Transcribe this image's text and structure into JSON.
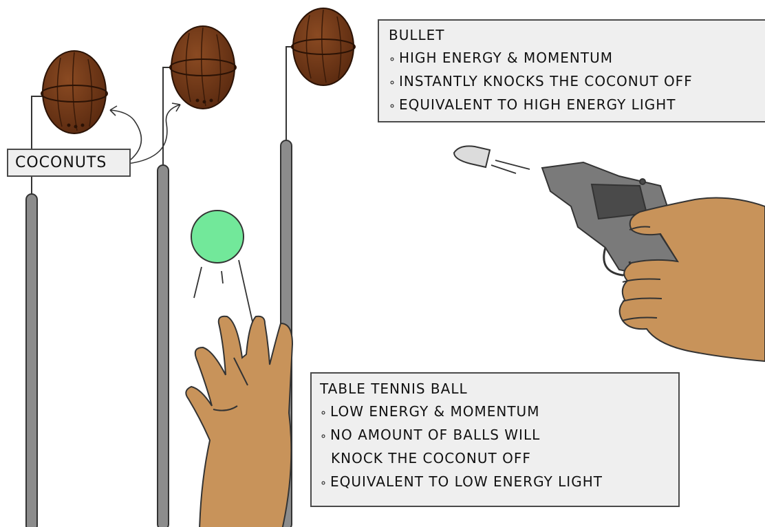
{
  "labels": {
    "coconuts_tag": "COCONUTS"
  },
  "bullet_box": {
    "title": "BULLET",
    "points": [
      "HIGH  ENERGY & MOMENTUM",
      "INSTANTLY  KNOCKS  THE  COCONUT  OFF",
      "EQUIVALENT  TO  HIGH  ENERGY  LIGHT"
    ]
  },
  "tennis_box": {
    "title": "TABLE  TENNIS  BALL",
    "point1": "LOW  ENERGY & MOMENTUM",
    "point2_line1": "NO  AMOUNT  OF  BALLS  WILL",
    "point2_line2": "KNOCK  THE  COCONUT  OFF",
    "point3": "EQUIVALENT  TO  LOW  ENERGY LIGHT"
  },
  "colors": {
    "coconut": "#6b3415",
    "coconut_light": "#8a4a22",
    "pole": "#8c8c8c",
    "ball": "#72e89a",
    "skin": "#c8935a",
    "gun": "#7a7a7a",
    "gun_dark": "#4a4a4a",
    "box_fill": "#efefef",
    "outline": "#3a3a3a"
  }
}
